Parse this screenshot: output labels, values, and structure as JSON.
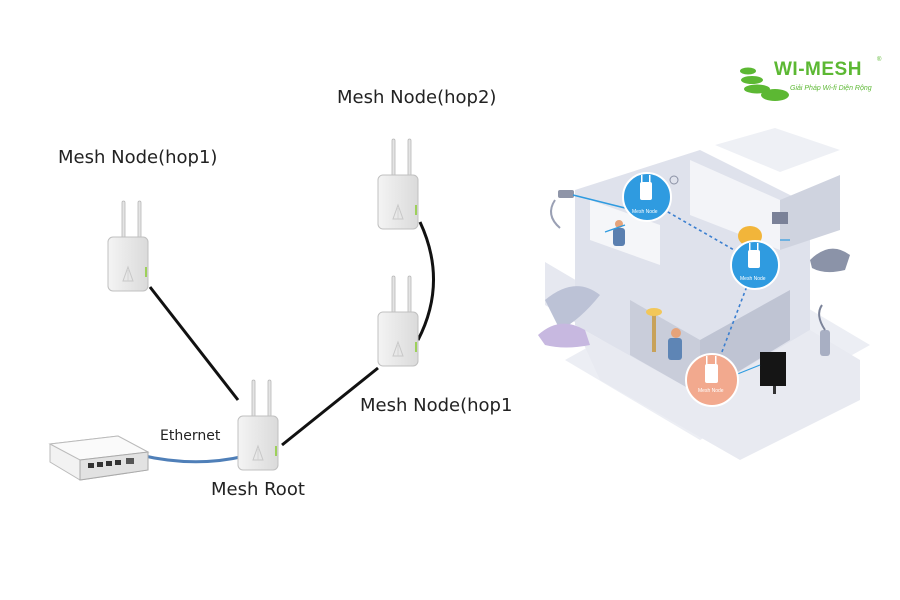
{
  "labels": {
    "hop1_top": "Mesh Node(hop1)",
    "hop2": "Mesh Node(hop2)",
    "hop1_right": "Mesh Node(hop1",
    "root": "Mesh Root",
    "ethernet": "Ethernet"
  },
  "brand": {
    "name": "WI-MESH",
    "registered": "®",
    "tagline": "Giải Pháp Wi-fi Diện Rộng"
  },
  "house_tags": {
    "node_a": "Mesh Node",
    "node_b": "Mesh Node",
    "node_c": "Mesh Node"
  },
  "colors": {
    "brand_green": "#5cb833",
    "bubble_blue": "#2f9be0",
    "bubble_pink": "#f2a98e",
    "ethernet_cable": "#4f7fb8",
    "house_wall": "#dfe2ec"
  }
}
